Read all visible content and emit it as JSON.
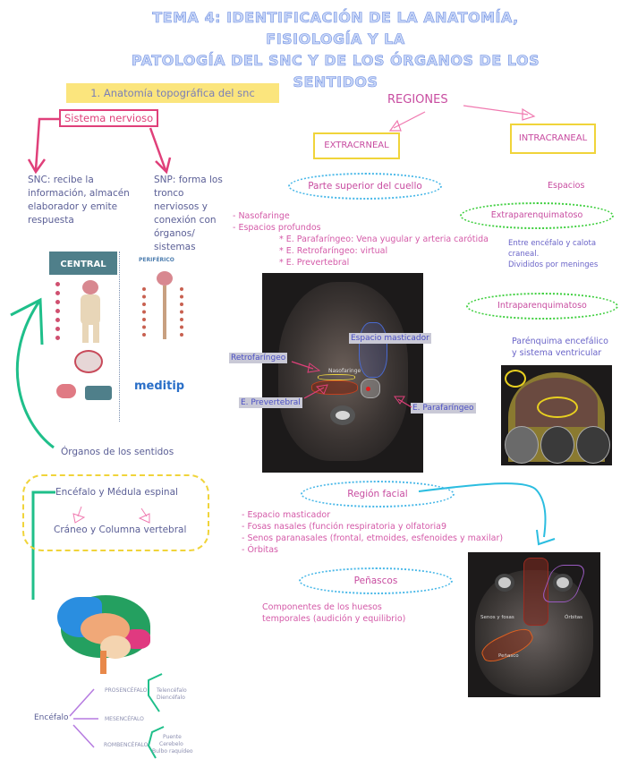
{
  "title": {
    "line1": "Tema 4: Identificación de la anatomía, fisiología y la",
    "line2": "patología del SNC y de los órganos de los sentidos"
  },
  "section": {
    "heading": "1. Anatomía topográfica del snc"
  },
  "sistema_nervioso": {
    "label": "Sistema nervioso",
    "snc": "SNC: recibe la información, almacén elaborador y emite respuesta",
    "snp": "SNP: forma los tronco nerviosos y conexión con órganos/ sistemas"
  },
  "infographic": {
    "central_title": "CENTRAL",
    "periferico_title": "PERIFÉRICO",
    "brand": "meditip"
  },
  "organos_sentidos": "Órganos de los sentidos",
  "cloud": {
    "top": "Encéfalo y Médula espinal",
    "bottom": "Cráneo y Columna vertebral"
  },
  "regiones": {
    "title": "REGIONES",
    "extracraneal": "EXTRACRNEAL",
    "intracraneal": "INTRACRANEAL"
  },
  "cuello": {
    "oval": "Parte superior del cuello",
    "items": [
      "- Nasofaringe",
      "- Espacios profundos",
      "* E. Parafaríngeo: Vena yugular y arteria carótida",
      "* E. Retrofaríngeo: virtual",
      "* E. Prevertebral"
    ],
    "mri_labels": {
      "masticador": "Espacio masticador",
      "retrofaringeo": "Retrofaríngeo",
      "nasofaringe": "Nasofaringe",
      "prevertebral": "E. Prevertebral",
      "parafaringeo": "E. Parafaríngeo"
    }
  },
  "intracraneal": {
    "espacios": "Espacios",
    "extra_oval": "Extraparenquimatoso",
    "extra_desc": [
      "Entre encéfalo y calota",
      "craneal.",
      "Divididos por meninges"
    ],
    "intra_oval": "Intraparenquimatoso",
    "intra_desc": [
      "Parénquima encefálico",
      "y sistema ventricular"
    ]
  },
  "facial": {
    "oval": "Región facial",
    "items": [
      "- Espacio masticador",
      "- Fosas nasales (función respiratoria y olfatoria9",
      "- Senos paranasales (frontal, etmoides, esfenoides y maxilar)",
      "- Órbitas"
    ],
    "mri_labels": {
      "senos": "Senos y fosas",
      "orbitas": "Órbitas",
      "penasco": "Peñasco"
    }
  },
  "penascos": {
    "oval": "Peñascos",
    "desc": [
      "Componentes de los huesos",
      "temporales (audición y equilibrio)"
    ]
  },
  "encefalo": {
    "root": "Encéfalo",
    "branches": [
      {
        "name": "PROSENCÉFALO",
        "children": [
          "Telencéfalo",
          "Diencéfalo"
        ]
      },
      {
        "name": "MESENCÉFALO",
        "children": []
      },
      {
        "name": "ROMBENCÉFALO",
        "children": [
          "Puente",
          "Cerebelo",
          "Bulbo raquídeo"
        ]
      }
    ]
  },
  "colors": {
    "pink": "#e0407a",
    "yellow": "#f0d43a",
    "green": "#1fbf8a",
    "cyan": "#2bbde0",
    "text_blue": "#5b5f96",
    "text_pink": "#d45aa8"
  }
}
